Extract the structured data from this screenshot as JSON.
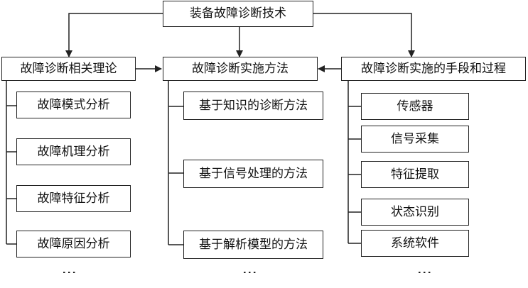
{
  "root": {
    "title": "装备故障诊断技术"
  },
  "columns": {
    "theory": {
      "title": "故障诊断相关理论",
      "items": [
        "故障模式分析",
        "故障机理分析",
        "故障特征分析",
        "故障原因分析"
      ],
      "ellipsis": "⋮"
    },
    "methods": {
      "title": "故障诊断实施方法",
      "items": [
        "基于知识的诊断方法",
        "基于信号处理的方法",
        "基于解析模型的方法"
      ],
      "ellipsis": "⋮"
    },
    "means": {
      "title": "故障诊断实施的手段和过程",
      "items": [
        "传感器",
        "信号采集",
        "特征提取",
        "状态识别",
        "系统软件"
      ],
      "ellipsis": "⋮"
    }
  }
}
